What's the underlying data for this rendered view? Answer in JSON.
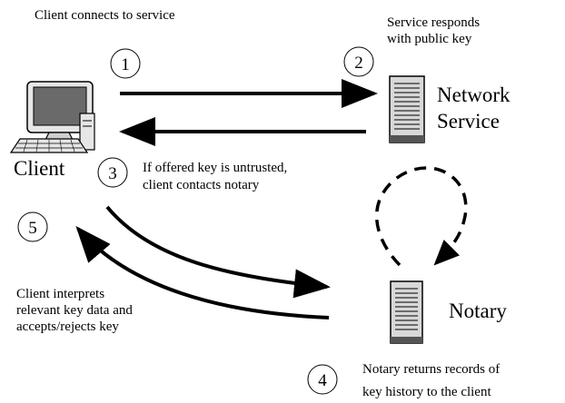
{
  "captions": {
    "step1": "Client connects to service",
    "step2_line1": "Service responds",
    "step2_line2": "with public key",
    "step3_line1": "If offered key is untrusted,",
    "step3_line2": "client contacts notary",
    "step4_line1": "Notary returns records of",
    "step4_line2": "key history to the client",
    "step5_line1": "Client interprets",
    "step5_line2": "relevant key data and",
    "step5_line3": "accepts/rejects key"
  },
  "nodes": {
    "client": "Client",
    "service_line1": "Network",
    "service_line2": "Service",
    "notary": "Notary"
  },
  "steps": [
    "1",
    "2",
    "3",
    "4",
    "5"
  ],
  "colors": {
    "ink": "#000000",
    "server_body": "#d8d8d8",
    "server_base": "#555555"
  }
}
